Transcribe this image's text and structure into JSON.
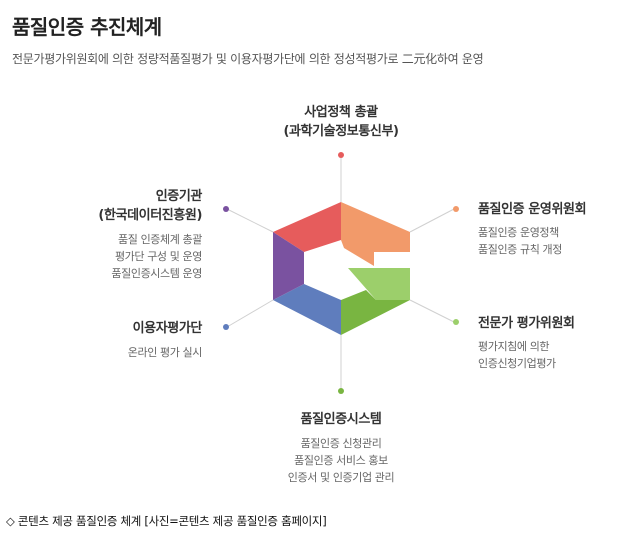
{
  "header": {
    "title": "품질인증 추진체계",
    "subtitle": "전문가평가위원회에 의한 정량적품질평가 및 이용자평가단에 의한 정성적평가로 二元化하여 운영"
  },
  "nodes": {
    "top": {
      "title_lines": [
        "사업정책 총괄",
        "(과학기술정보통신부)"
      ],
      "desc_lines": []
    },
    "top_right": {
      "title_lines": [
        "품질인증 운영위원회"
      ],
      "desc_lines": [
        "품질인증 운영정책",
        "품질인증 규칙 개정"
      ]
    },
    "bottom_right": {
      "title_lines": [
        "전문가 평가위원회"
      ],
      "desc_lines": [
        "평가지침에 의한",
        "인증신청기업평가"
      ]
    },
    "bottom": {
      "title_lines": [
        "품질인증시스템"
      ],
      "desc_lines": [
        "품질인증 신청관리",
        "품질인증 서비스 홍보",
        "인증서 및 인증기업 관리"
      ]
    },
    "bottom_left": {
      "title_lines": [
        "이용자평가단"
      ],
      "desc_lines": [
        "온라인 평가 실시"
      ]
    },
    "top_left": {
      "title_lines": [
        "인증기관",
        "(한국데이터진흥원)"
      ],
      "desc_lines": [
        "품질 인증체계 총괄",
        "평가단 구성 및 운영",
        "품질인증시스템 운영"
      ]
    }
  },
  "colors": {
    "top": "#e65c5c",
    "top_right": "#f29a6a",
    "bottom_right": "#9ccf6b",
    "bottom": "#79b541",
    "bottom_left": "#5f7dbd",
    "top_left": "#7a52a0"
  },
  "caption": "◇ 콘텐츠 제공 품질인증 체계 [사진=콘텐츠 제공 품질인증 홈페이지]"
}
